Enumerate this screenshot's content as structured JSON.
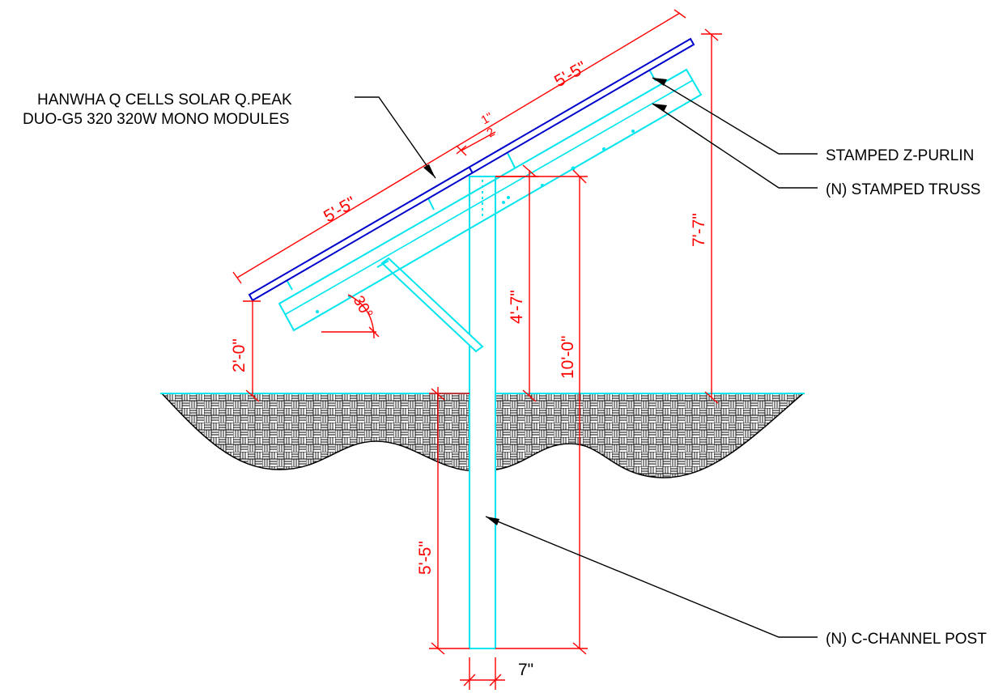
{
  "colors": {
    "dimension": "#ff0000",
    "structure": "#00e5ee",
    "module": "#0000cc",
    "leader": "#000000",
    "ground": "#000000"
  },
  "labels": {
    "module_line1": "HANWHA Q CELLS SOLAR Q.PEAK",
    "module_line2": "DUO-G5 320 320W MONO MODULES",
    "purlin": "STAMPED Z-PURLIN",
    "truss": "(N) STAMPED TRUSS",
    "post": "(N) C-CHANNEL POST"
  },
  "dimensions": {
    "module_left_length": "5'-5\"",
    "module_right_length": "5'-5\"",
    "module_gap": "1\"",
    "module_gap_fraction": "2",
    "tilt_angle": "30°",
    "low_edge_height": "2'-0\"",
    "truss_height": "4'-7\"",
    "post_length": "10'-0\"",
    "high_edge_height": "7'-7\"",
    "embed_depth": "5'-5\"",
    "post_width": "7\""
  }
}
